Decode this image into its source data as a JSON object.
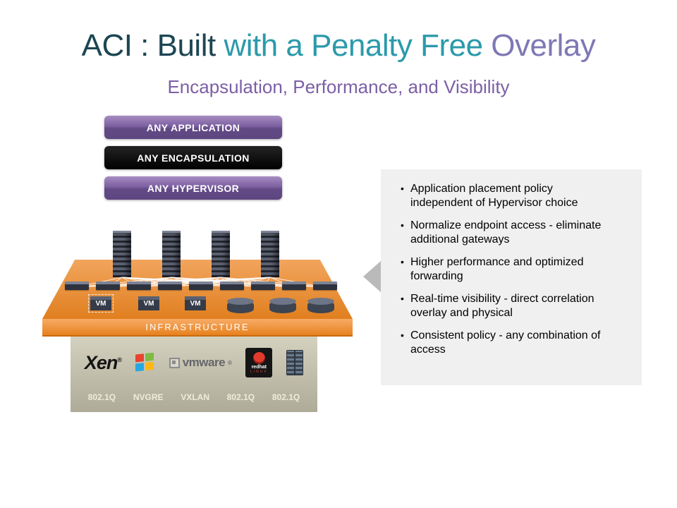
{
  "colors": {
    "title_dark": "#1c4653",
    "title_teal": "#2b9aab",
    "title_purple": "#7f78b5",
    "subtitle_purple": "#7b5fa6",
    "banner_purple_light": "#a78cc2",
    "banner_purple_dark": "#5d4680",
    "banner_black": "#000000",
    "platform_orange": "#e8862f",
    "logos_panel_tan": "#aeab98",
    "protocol_text": "#efecdd",
    "panel_grey": "#f0f0f0",
    "pointer_grey": "#bababa"
  },
  "title": {
    "part1": "ACI : Built ",
    "part2": "with a Penalty Free ",
    "part3": "Overlay",
    "subtitle": "Encapsulation, Performance, and Visibility"
  },
  "banners": [
    {
      "label": "ANY APPLICATION"
    },
    {
      "label": "ANY ENCAPSULATION"
    },
    {
      "label": "ANY HYPERVISOR"
    }
  ],
  "diagram": {
    "infrastructure_label": "INFRASTRUCTURE",
    "vm_labels": [
      "VM",
      "VM",
      "VM"
    ],
    "logos": {
      "xen": "Xen",
      "vmware": "vmware",
      "redhat": "redhat",
      "redhat_sub": "LINUX"
    },
    "protocols": [
      "802.1Q",
      "NVGRE",
      "VXLAN",
      "802.1Q",
      "802.1Q"
    ]
  },
  "marks": {
    "registered": "®"
  },
  "bullets": [
    "Application placement policy independent of Hypervisor choice",
    "Normalize endpoint access - eliminate additional gateways",
    "Higher performance and optimized forwarding",
    "Real-time visibility - direct correlation overlay and physical",
    "Consistent policy - any combination of access"
  ]
}
